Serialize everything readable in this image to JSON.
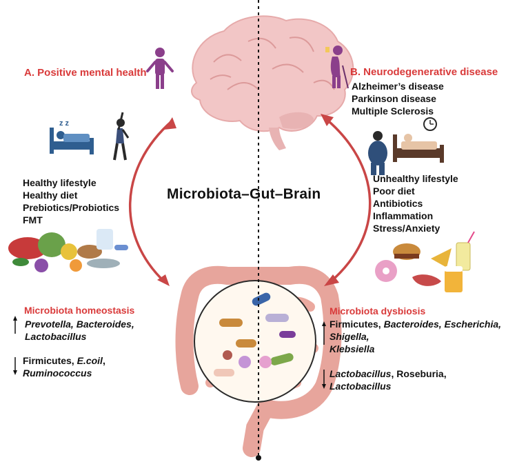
{
  "center_title": "Microbiota–Gut–Brain",
  "left": {
    "positive_title": "A. Positive mental health",
    "lifestyle": [
      "Healthy lifestyle",
      "Healthy diet",
      "Prebiotics/Probiotics",
      "FMT"
    ],
    "homeostasis_title": "Microbiota homeostasis",
    "up_line1": "Prevotella, Bacteroides,",
    "up_line2": "Lactobacillus",
    "down_line1_a": "Firmicutes, ",
    "down_line1_b": "E.coil",
    "down_line1_c": ",",
    "down_line2": "Ruminococcus"
  },
  "right": {
    "neuro_title": "B. Neurodegenerative disease",
    "diseases": [
      "Alzheimer’s disease",
      "Parkinson disease",
      "Multiple Sclerosis"
    ],
    "lifestyle": [
      "Unhealthy lifestyle",
      "Poor diet",
      "Antibiotics",
      "Inflammation",
      "Stress/Anxiety"
    ],
    "dysbiosis_title": "Microbiota dysbiosis",
    "up_line1_a": "Firmicutes, ",
    "up_line1_b": "Bacteroides, Escherichia,",
    "up_line2": "Shigella,",
    "up_line3": "Klebsiella",
    "down_line1_a": "Lactobacillus",
    "down_line1_b": ", Roseburia,",
    "down_line2": "Lactobacillus"
  },
  "colors": {
    "accent_red": "#d93a3a",
    "arrow_red": "#c94646",
    "brain": "#f2c6c6",
    "gut": "#e7a59c"
  },
  "icons": [
    "person-happy-icon",
    "person-elderly-icon",
    "sleeping-bed-icon",
    "exercise-person-icon",
    "overweight-person-icon",
    "bed-clock-icon",
    "healthy-food-icon",
    "junk-food-icon",
    "brain-icon",
    "gut-icon",
    "bacteria-circle-icon"
  ]
}
